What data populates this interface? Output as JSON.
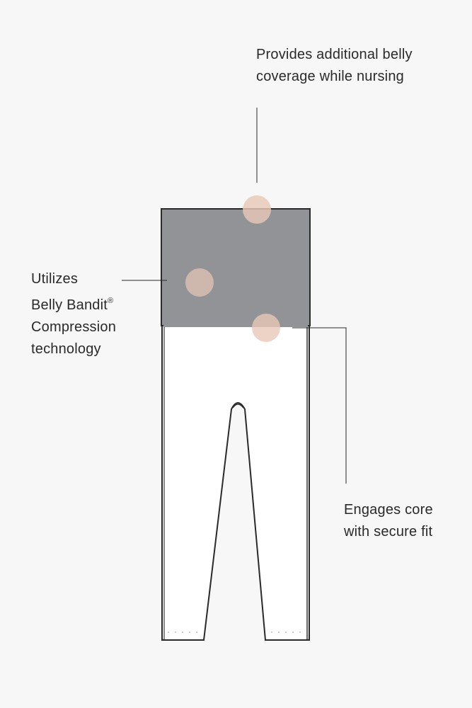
{
  "callouts": {
    "top": {
      "lines": [
        "Provides additional belly",
        "coverage while nursing"
      ]
    },
    "left": {
      "lines": [
        "Utilizes",
        "Belly Bandit",
        "Compression",
        "technology"
      ],
      "registered_mark": "®"
    },
    "right": {
      "lines": [
        "Engages core",
        "with secure fit"
      ]
    }
  },
  "colors": {
    "background": "#f7f7f7",
    "waistband": "#929396",
    "dot": "#e8c8b6",
    "line": "#2a2a2a"
  }
}
